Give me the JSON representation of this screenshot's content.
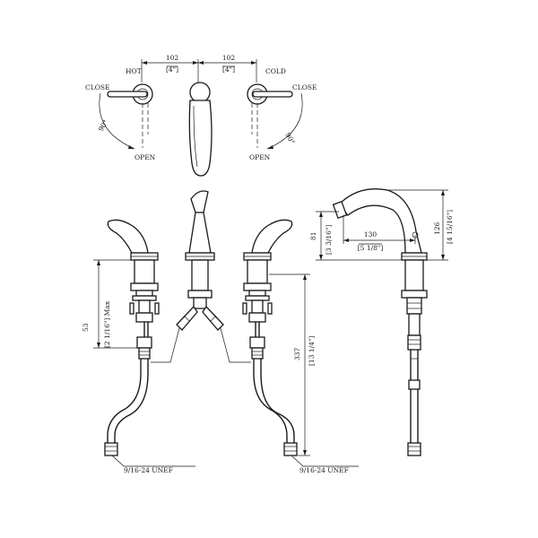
{
  "top_view": {
    "hot": "HOT",
    "cold": "COLD",
    "close_left": "CLOSE",
    "close_right": "CLOSE",
    "open_left": "OPEN",
    "open_right": "OPEN",
    "angle_left": "90°",
    "angle_right": "90°",
    "spacing_left_mm": "102",
    "spacing_left_in": "[4\"]",
    "spacing_right_mm": "102",
    "spacing_right_in": "[4\"]"
  },
  "front_view": {
    "depth_mm": "53",
    "depth_in": "[2 1/16\"] Max",
    "length_mm": "337",
    "length_in": "[13 1/4\"]",
    "thread_left": "9/16-24 UNEF",
    "thread_right": "9/16-24 UNEF"
  },
  "side_view": {
    "spout_height_mm": "81",
    "spout_height_in": "[3 3/16\"]",
    "reach_mm": "130",
    "reach_in": "[5 1/8\"]",
    "total_height_mm": "126",
    "total_height_in": "[4 15/16\"]"
  }
}
